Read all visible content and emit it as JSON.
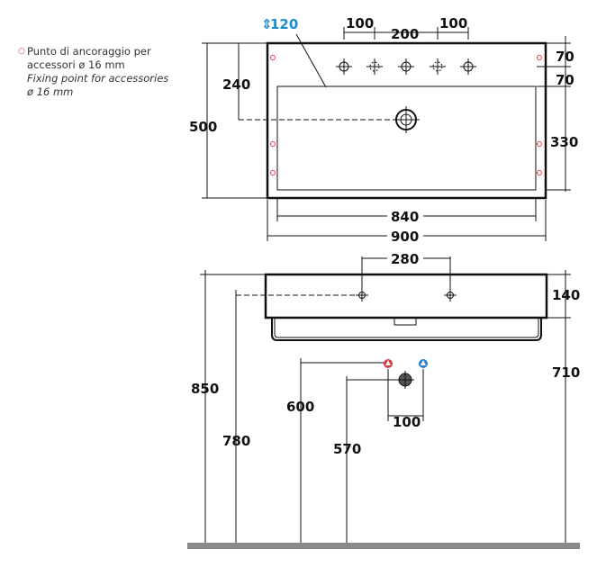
{
  "legend": {
    "line1": "Punto di ancoraggio per accessori ø 16 mm",
    "line2": "Fixing point for accessories ø 16 mm"
  },
  "top_view": {
    "tap_height_arrow": "⇕",
    "tap_height": "120",
    "hole_spacing_left": "100",
    "hole_spacing_mid": "200",
    "hole_spacing_right": "100",
    "depth_total": "500",
    "drain_depth": "240",
    "top_offset_a": "70",
    "top_offset_b": "70",
    "basin_depth": "330",
    "basin_width": "840",
    "total_width": "900"
  },
  "front_view": {
    "fixing_spacing": "280",
    "bowl_height": "140",
    "overall_height": "850",
    "top_height": "710",
    "supply_height": "600",
    "drain_height": "780",
    "waste_height": "570",
    "supply_spacing": "100"
  },
  "colors": {
    "hot": "#d83b3b",
    "cold": "#2a7fc9",
    "accent_blue": "#1a8bd0",
    "floor": "#8a8a8a",
    "anchor": "#d04040"
  }
}
